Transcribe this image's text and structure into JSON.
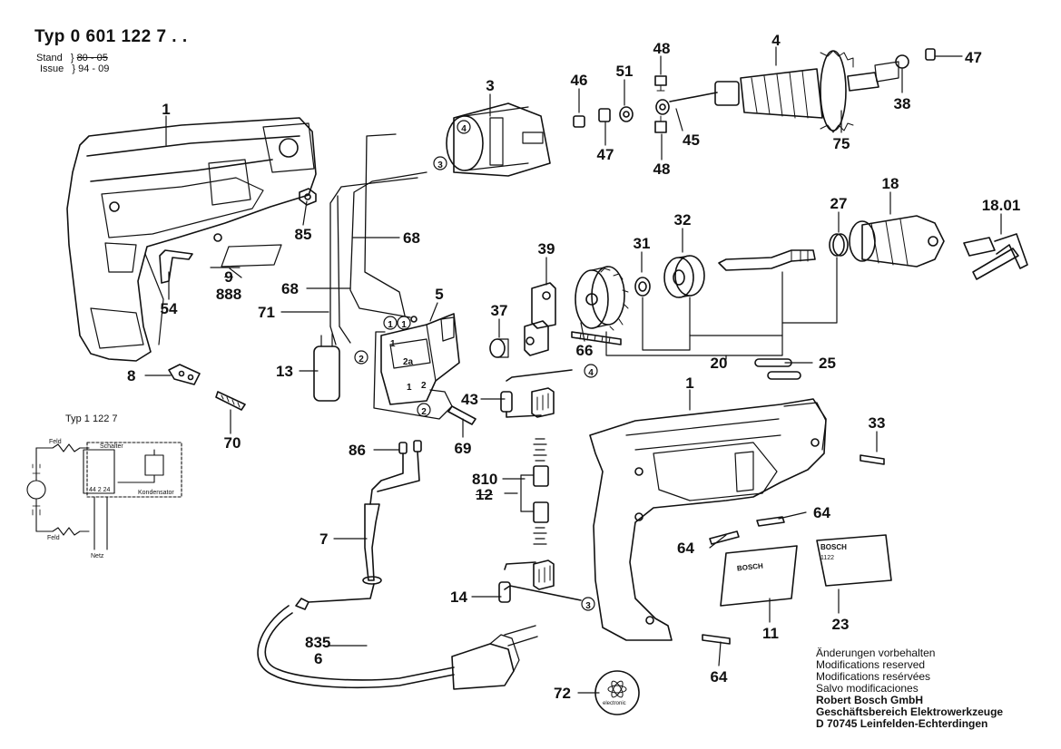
{
  "header": {
    "typ_label": "Typ",
    "typ_number": "0 601 122 7 . .",
    "stand_label": "Stand",
    "stand_value": "80 - 05",
    "issue_label": "Issue",
    "issue_value": "94 - 09"
  },
  "callouts": {
    "c1_top": "1",
    "c3": "3",
    "c4": "4",
    "c46": "46",
    "c51": "51",
    "c48_top": "48",
    "c47_right": "47",
    "c38": "38",
    "c75": "75",
    "c45": "45",
    "c47_mid": "47",
    "c48_mid": "48",
    "c85": "85",
    "c68_top": "68",
    "c54": "54",
    "c9": "9",
    "c888": "888",
    "c68_left": "68",
    "c71": "71",
    "c5": "5",
    "c13": "13",
    "c8": "8",
    "c70": "70",
    "c39": "39",
    "c31": "31",
    "c32": "32",
    "c27": "27",
    "c18": "18",
    "c1801": "18.01",
    "c37": "37",
    "c66": "66",
    "c20": "20",
    "c25": "25",
    "c43": "43",
    "c69": "69",
    "c1_bottom": "1",
    "c33": "33",
    "c86": "86",
    "c810": "810",
    "c12": "12",
    "c64_right": "64",
    "c64_left": "64",
    "c7": "7",
    "c14": "14",
    "c11": "11",
    "c23": "23",
    "c835": "835",
    "c6": "6",
    "c64_bottom": "64",
    "c72": "72"
  },
  "wire_markers": {
    "m4_top": "4",
    "m3_top": "3",
    "m1a": "1",
    "m1b": "1",
    "m2_left": "2",
    "m4_mid": "4",
    "m2_mid": "2",
    "m3_bottom": "3"
  },
  "switch_terminals": {
    "t1": "1",
    "t2a": "2a",
    "t1b": "1",
    "t2": "2"
  },
  "schematic": {
    "title": "Typ  1 122 7",
    "feld_top": "Feld",
    "feld_bottom": "Feld",
    "schalter": "Schalter",
    "kondensator": "Kondensator",
    "netz": "Netz",
    "terminals": "44 2 24"
  },
  "parts_text": {
    "bosch_plate": "BOSCH",
    "bosch_badge": "BOSCH",
    "badge_model": "1122",
    "electronic": "electronic"
  },
  "footer": {
    "notice_de": "Änderungen vorbehalten",
    "notice_en": "Modifications reserved",
    "notice_fr": "Modifications resérvées",
    "notice_es": "Salvo modificaciones",
    "company": "Robert Bosch GmbH",
    "division": "Geschäftsbereich Elektrowerkzeuge",
    "address": "D 70745 Leinfelden-Echterdingen"
  }
}
